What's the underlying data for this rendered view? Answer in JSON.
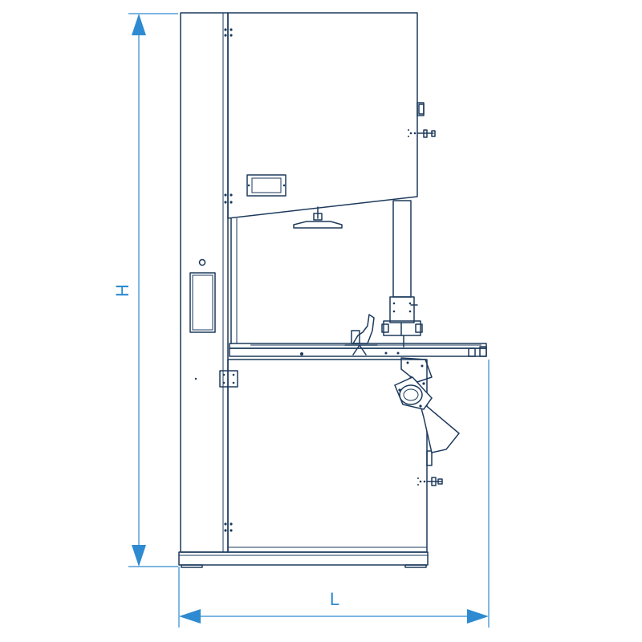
{
  "dimensions": {
    "height_label": "H",
    "length_label": "L"
  },
  "colors": {
    "outline": "#1d3a5c",
    "dimension": "#2e8bd1",
    "background": "#ffffff"
  },
  "icons": {
    "height_arrow": "double-arrow-vertical",
    "length_arrow": "double-arrow-horizontal"
  }
}
